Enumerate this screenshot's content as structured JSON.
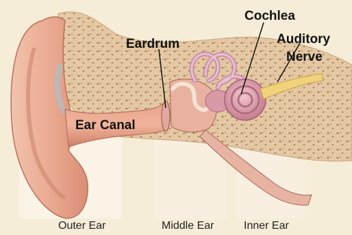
{
  "diagram": {
    "labels": {
      "cochlea": "Cochlea",
      "eardrum": "Eardrum",
      "auditory_nerve_line1": "Auditory",
      "auditory_nerve_line2": "Nerve",
      "ear_canal": "Ear Canal"
    },
    "regions": {
      "outer": "Outer Ear",
      "middle": "Middle Ear",
      "inner": "Inner Ear"
    },
    "colors": {
      "background": "#f6edd8",
      "skin": "#e8a58c",
      "skin_dark": "#c97a63",
      "bone": "#e2c8a3",
      "bone_pore": "#b0714a",
      "canal": "#e39b83",
      "cochlea": "#d89aa8",
      "nerve": "#f0d27a",
      "band": "#fbf6ec"
    }
  }
}
